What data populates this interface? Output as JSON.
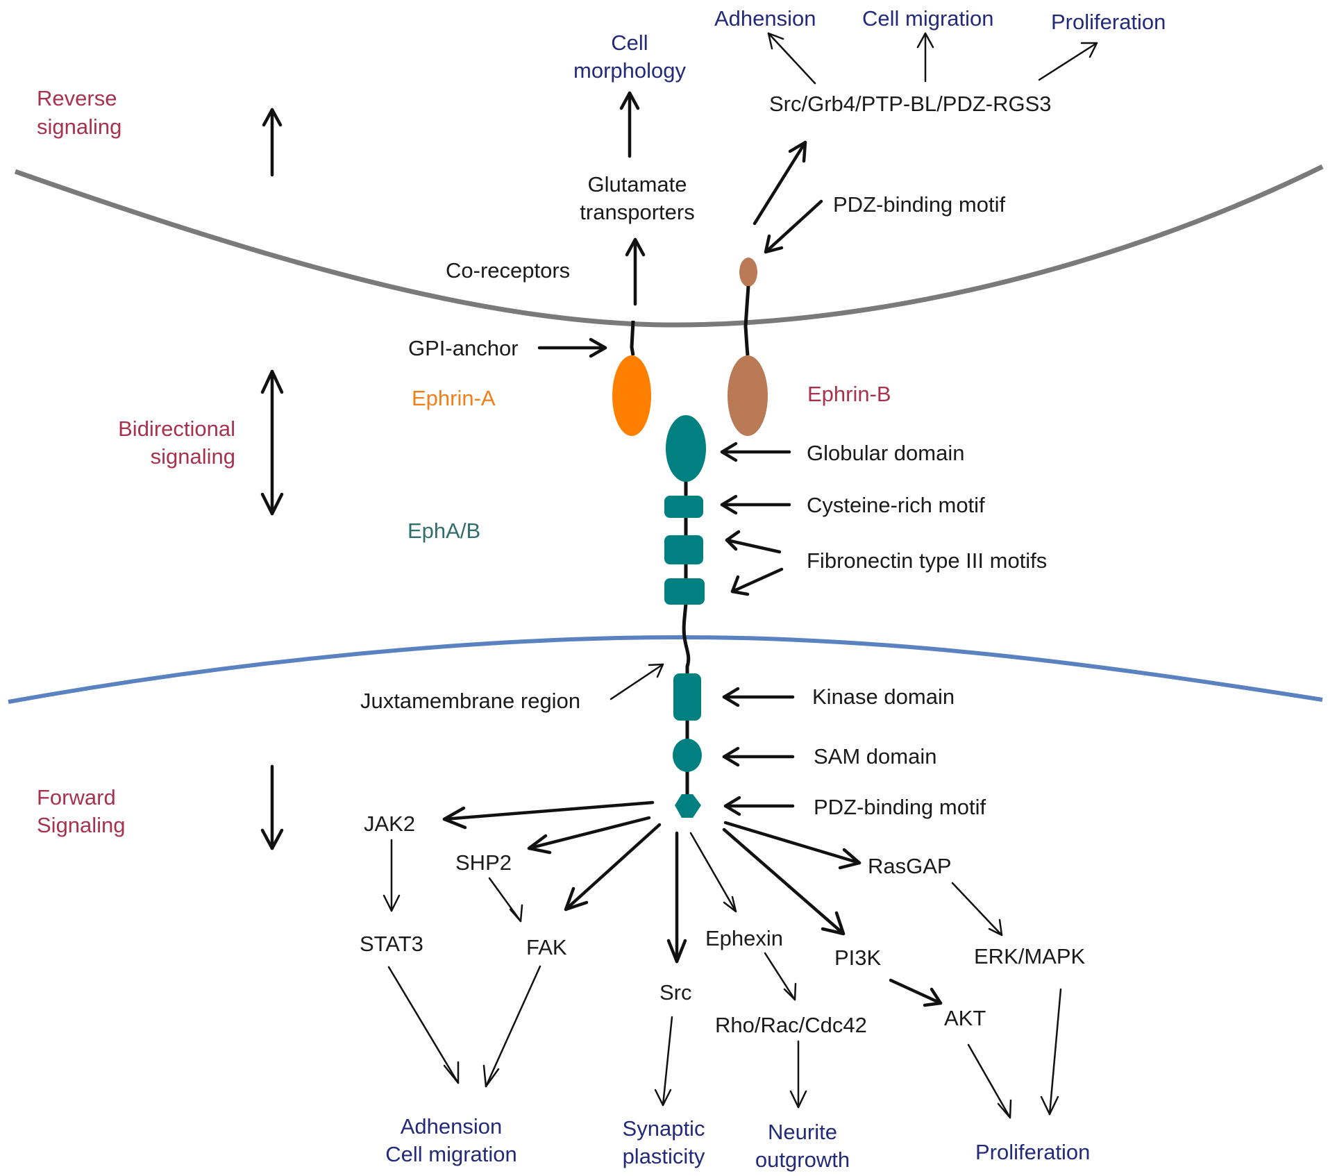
{
  "diagram": {
    "type": "signaling-pathway",
    "colors": {
      "ephrin_a": "#ff8000",
      "ephrin_b": "#b97a55",
      "eph_receptor": "#008080",
      "upper_membrane": "#7a7a7a",
      "lower_membrane": "#5b82c0",
      "outcome_text": "#232a7a",
      "signaling_label_text": "#a8324e"
    },
    "signaling_modes": {
      "reverse": [
        "Reverse",
        "signaling"
      ],
      "bidirectional": [
        "Bidirectional",
        "signaling"
      ],
      "forward": [
        "Forward",
        "Signaling"
      ]
    },
    "ligands": {
      "ephrin_a": "Ephrin-A",
      "ephrin_b": "Ephrin-B",
      "receptor": "EphA/B"
    },
    "upper_cell": {
      "co_receptors": "Co-receptors",
      "gpi_anchor": "GPI-anchor",
      "glutamate": [
        "Glutamate",
        "transporters"
      ],
      "cell_morphology": [
        "Cell",
        "morphology"
      ],
      "pdz_binding": "PDZ-binding motif",
      "src_complex": "Src/Grb4/PTP-BL/PDZ-RGS3",
      "outcomes": [
        "Adhension",
        "Cell migration",
        "Proliferation"
      ]
    },
    "receptor_domains": {
      "globular": "Globular domain",
      "cysteine": "Cysteine-rich motif",
      "fibronectin": "Fibronectin type III motifs",
      "juxtamembrane": "Juxtamembrane region",
      "kinase": "Kinase domain",
      "sam": "SAM domain",
      "pdz": "PDZ-binding motif"
    },
    "forward_nodes": {
      "jak2": "JAK2",
      "shp2": "SHP2",
      "stat3": "STAT3",
      "fak": "FAK",
      "src": "Src",
      "ephexin": "Ephexin",
      "pi3k": "PI3K",
      "rasgap": "RasGAP",
      "erk": "ERK/MAPK",
      "rho": "Rho/Rac/Cdc42",
      "akt": "AKT"
    },
    "forward_outcomes": {
      "adhesion_migration": [
        "Adhension",
        "Cell migration"
      ],
      "synaptic": [
        "Synaptic",
        "plasticity"
      ],
      "neurite": [
        "Neurite",
        "outgrowth"
      ],
      "proliferation": "Proliferation"
    }
  }
}
